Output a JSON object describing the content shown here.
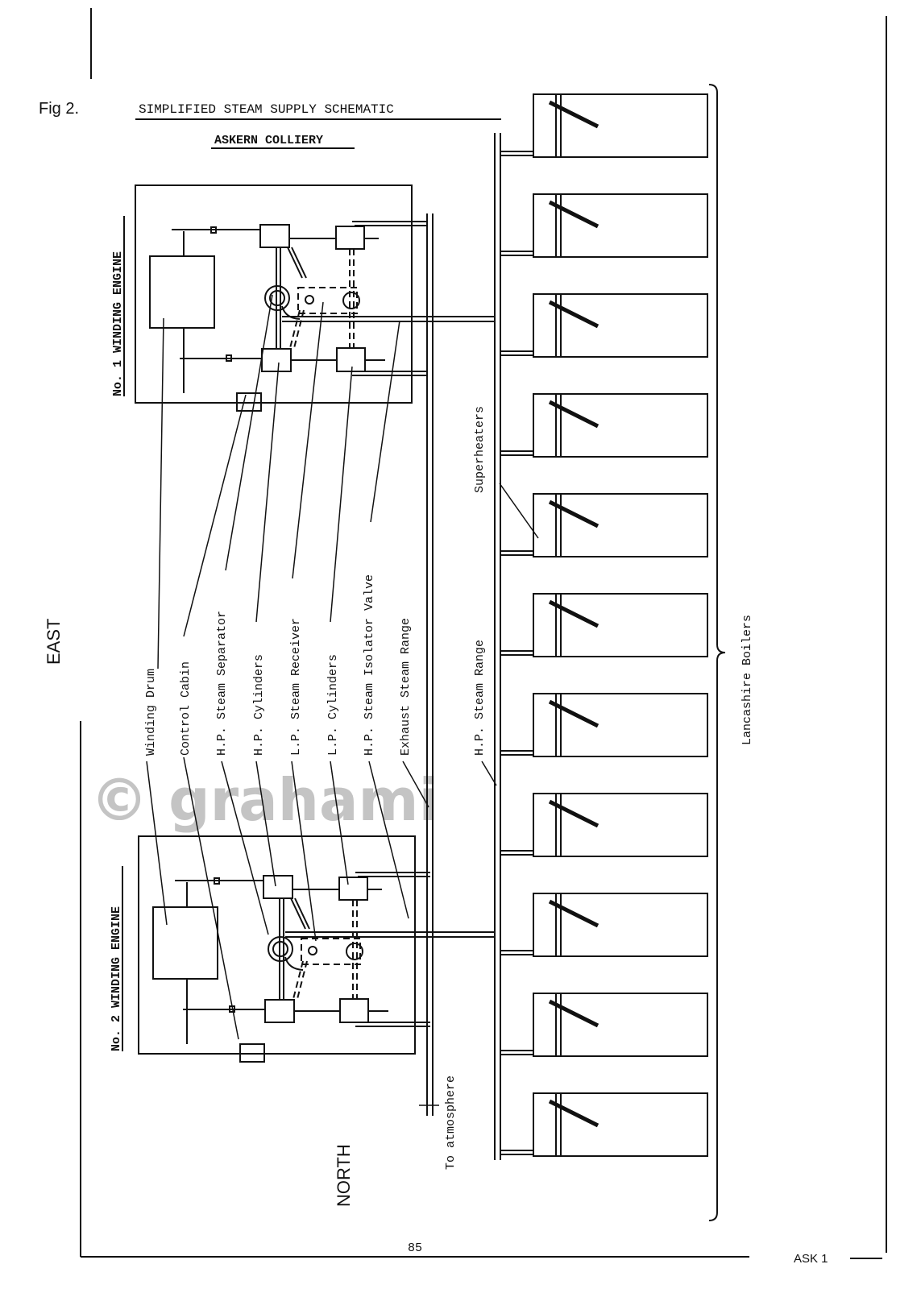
{
  "figure": {
    "fig_label": "Fig 2.",
    "title": "SIMPLIFIED STEAM SUPPLY SCHEMATIC",
    "subtitle": "ASKERN COLLIERY",
    "page_number": "85",
    "page_ref": "ASK 1",
    "watermark": "© grahami"
  },
  "compass": {
    "east": "EAST",
    "north": "NORTH"
  },
  "engines": [
    {
      "label": "No. 1 WINDING ENGINE"
    },
    {
      "label": "No. 2 WINDING ENGINE"
    }
  ],
  "legend_labels": [
    "Winding Drum",
    "Control Cabin",
    "H.P. Steam Separator",
    "H.P. Cylinders",
    "L.P. Steam Receiver",
    "L.P. Cylinders",
    "H.P. Steam Isolator Valve",
    "Exhaust Steam Range"
  ],
  "other_labels": {
    "hp_steam_range": "H.P. Steam Range",
    "superheaters": "Superheaters",
    "lancashire_boilers": "Lancashire  Boilers",
    "to_atmosphere": "To atmosphere"
  },
  "boiler_count": 11
}
